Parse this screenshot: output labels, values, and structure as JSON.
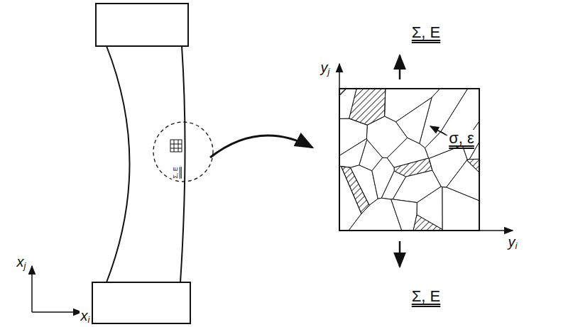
{
  "diagram": {
    "labels": [
      "Σ, E",
      "xj",
      "xi",
      "yj",
      "Σ, E",
      "σ, ε",
      "yi",
      "Σ, E"
    ]
  }
}
